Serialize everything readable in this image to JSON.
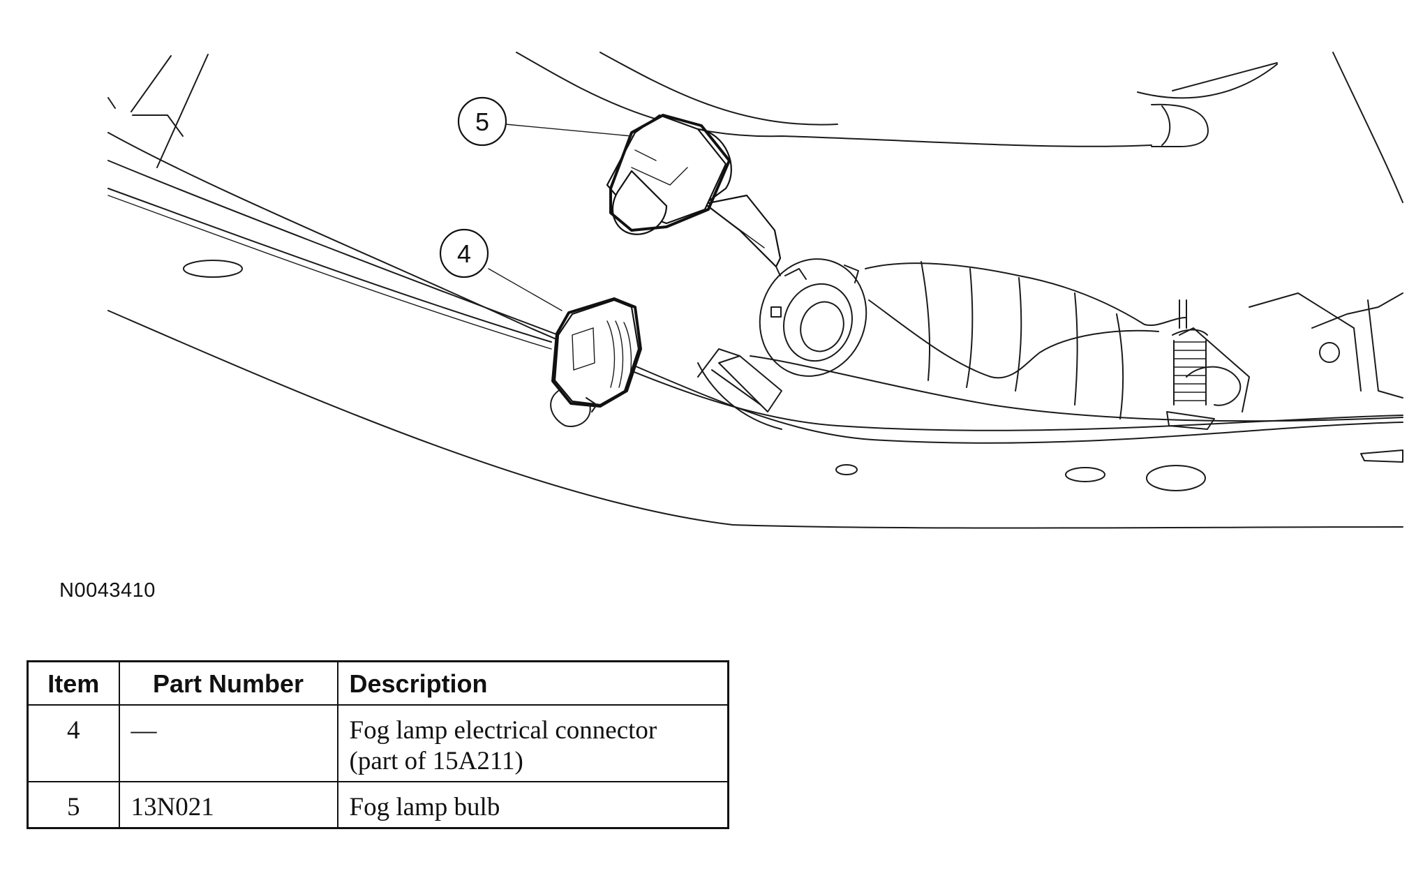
{
  "figure_id": "N0043410",
  "callouts": [
    {
      "number": "4",
      "part": "connector"
    },
    {
      "number": "5",
      "part": "bulb"
    }
  ],
  "table": {
    "headers": {
      "item": "Item",
      "part_number": "Part Number",
      "description": "Description"
    },
    "rows": [
      {
        "item": "4",
        "part_number": "—",
        "description_lines": [
          "Fog lamp electrical connector",
          "(part of 15A211)"
        ]
      },
      {
        "item": "5",
        "part_number": "13N021",
        "description_lines": [
          "Fog lamp bulb"
        ]
      }
    ]
  },
  "icons": {
    "bulb": "fog-lamp-bulb-icon",
    "connector": "fog-lamp-connector-icon",
    "socket": "lamp-socket-icon",
    "spring": "adjuster-spring-icon"
  }
}
